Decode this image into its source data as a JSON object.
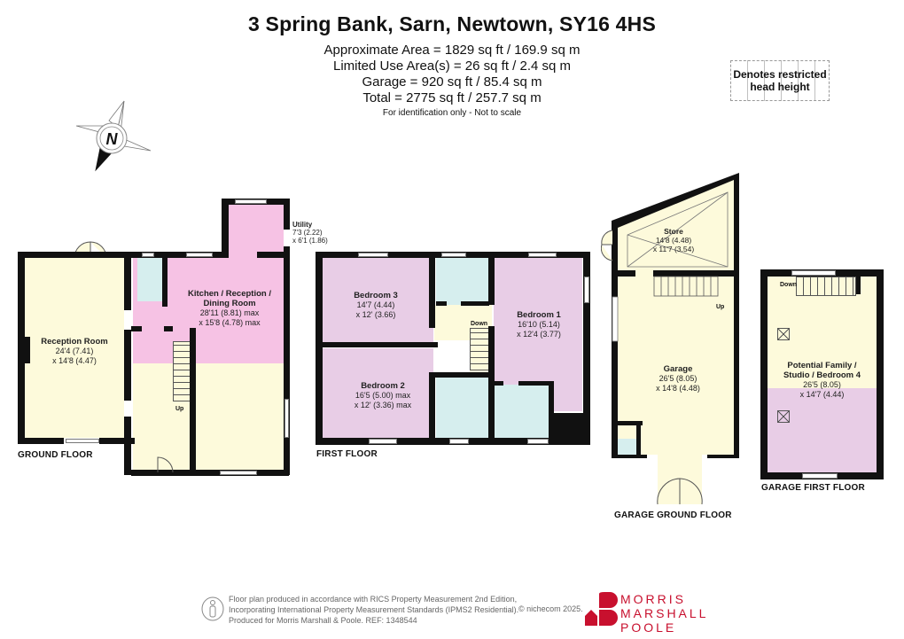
{
  "header": {
    "title": "3 Spring Bank, Sarn, Newtown, SY16 4HS",
    "areas": [
      "Approximate Area = 1829 sq ft / 169.9 sq m",
      "Limited Use Area(s) = 26 sq ft / 2.4 sq m",
      "Garage = 920 sq ft / 85.4 sq m",
      "Total = 2775 sq ft / 257.7 sq m"
    ],
    "note": "For identification only - Not to scale"
  },
  "legend": {
    "text_line1": "Denotes restricted",
    "text_line2": "head height"
  },
  "compass": {
    "label": "N",
    "icon": "compass-north-icon"
  },
  "floors": {
    "ground": {
      "label": "GROUND FLOOR",
      "rooms": [
        {
          "name": "Reception Room",
          "dim1": "24'4 (7.41)",
          "dim2": "x 14'8 (4.47)"
        },
        {
          "name_line1": "Kitchen / Reception /",
          "name_line2": "Dining Room",
          "dim1": "28'11 (8.81) max",
          "dim2": "x 15'8 (4.78) max"
        },
        {
          "name": "Utility",
          "dim1": "7'3 (2.22)",
          "dim2": "x 6'1 (1.86)"
        }
      ],
      "stairs_label": "Up"
    },
    "first": {
      "label": "FIRST FLOOR",
      "rooms": [
        {
          "name": "Bedroom 3",
          "dim1": "14'7 (4.44)",
          "dim2": "x 12' (3.66)"
        },
        {
          "name": "Bedroom 1",
          "dim1": "16'10 (5.14)",
          "dim2": "x 12'4 (3.77)"
        },
        {
          "name": "Bedroom 2",
          "dim1": "16'5 (5.00) max",
          "dim2": "x 12' (3.36) max"
        }
      ],
      "stairs_label": "Down"
    },
    "garage_ground": {
      "label": "GARAGE GROUND FLOOR",
      "rooms": [
        {
          "name": "Store",
          "dim1": "14'8 (4.48)",
          "dim2": "x 11'7 (3.54)"
        },
        {
          "name": "Garage",
          "dim1": "26'5 (8.05)",
          "dim2": "x 14'8 (4.48)"
        }
      ],
      "stairs_label": "Up"
    },
    "garage_first": {
      "label": "GARAGE FIRST FLOOR",
      "rooms": [
        {
          "name_line1": "Potential Family /",
          "name_line2": "Studio / Bedroom 4",
          "dim1": "26'5 (8.05)",
          "dim2": "x 14'7 (4.44)"
        }
      ],
      "stairs_label": "Down"
    }
  },
  "footer": {
    "lines": [
      "Floor plan produced in accordance with RICS Property Measurement 2nd Edition,",
      "Incorporating International Property Measurement Standards (IPMS2 Residential).",
      "Produced for Morris Marshall & Poole.   REF:  1348544"
    ],
    "copyright": "© nichecom 2025.",
    "brand": [
      "MORRIS",
      "MARSHALL",
      "POOLE"
    ]
  },
  "colors": {
    "yellow_room": "#fdfadb",
    "pink_room": "#f6c2e4",
    "lilac_room": "#e8cde6",
    "wet_room": "#d6eeee",
    "wall": "#111111",
    "brand_red": "#c8102e"
  }
}
